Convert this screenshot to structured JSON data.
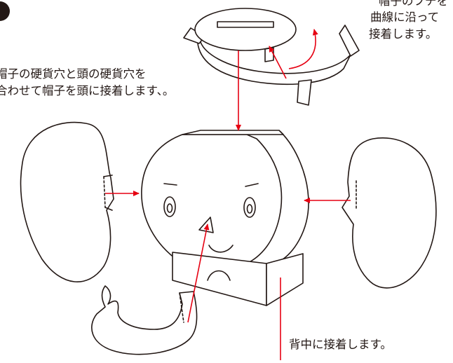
{
  "instructions": {
    "hat_note_line1": "帽子のフチを",
    "hat_note_line2": "曲線に沿って",
    "hat_note_line3": "接着します。",
    "coin_slot_line1": "帽子の硬貨穴と頭の硬貨穴を",
    "coin_slot_line2": "合わせて帽子を頭に接着します、。",
    "back_note": "背中に接着します。"
  },
  "colors": {
    "line": "#231815",
    "arrow": "#e60012"
  }
}
